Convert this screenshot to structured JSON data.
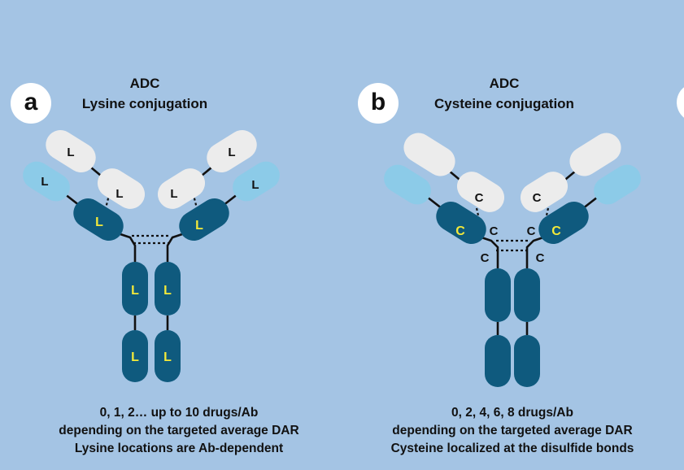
{
  "panels": [
    {
      "letter": "a",
      "title_line1": "ADC",
      "title_line2": "Lysine conjugation",
      "light_chain_label": "L",
      "heavy_chain_label": "L",
      "caption_lines": [
        "0, 1, 2… up to 10 drugs/Ab",
        "depending on the targeted average DAR",
        "Lysine locations are Ab-dependent"
      ]
    },
    {
      "letter": "b",
      "title_line1": "ADC",
      "title_line2": "Cysteine conjugation",
      "light_chain_label": "C",
      "heavy_chain_label": "C",
      "hinge_label": "C",
      "caption_lines": [
        "0, 2, 4, 6, 8 drugs/Ab",
        "depending on the targeted average DAR",
        "Cysteine localized at the disulfide bonds"
      ]
    }
  ],
  "colors": {
    "background": "#a4c4e4",
    "dark_domain": "#0f5a7e",
    "light_domain": "#ececec",
    "pale_domain": "#8ccbe8",
    "label_on_dark": "#f3e93a",
    "label_on_light": "#111111"
  }
}
